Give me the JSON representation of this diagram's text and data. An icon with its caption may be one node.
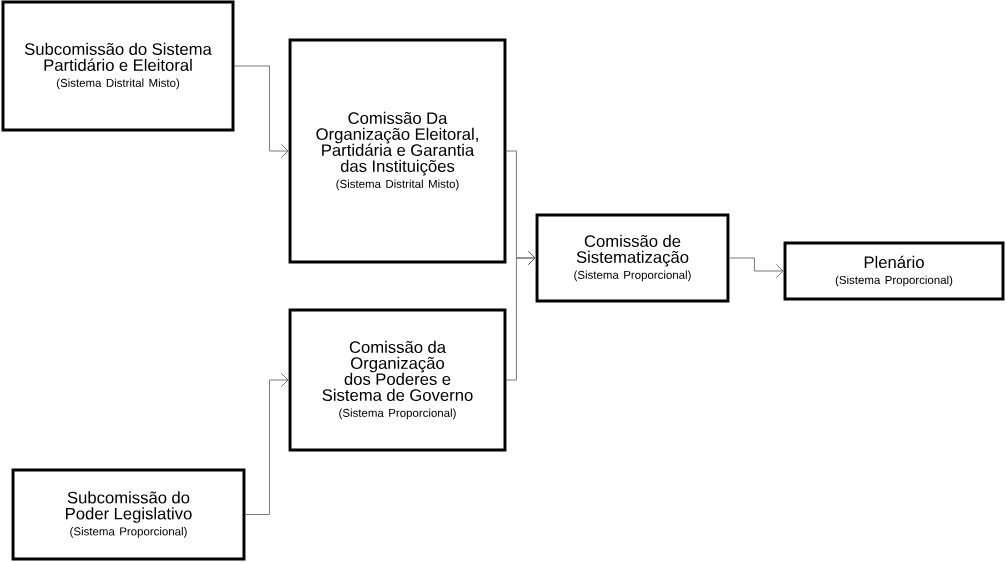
{
  "diagram": {
    "nodes": [
      {
        "text": [
          "Subcomissão do Sistema Partidário e Eleitoral",
          "(Sistema Distrital Misto)"
        ]
      },
      {
        "text": [
          "Comissão Da Organização Eleitoral, Partidária e Garantia das Instituições",
          "(Sistema Distrital Misto)"
        ]
      },
      {
        "text": [
          "Comissão de Sistematização",
          "(Sistema Proporcional)"
        ]
      },
      {
        "text": [
          "Plenário",
          "(Sistema Proporcional)"
        ]
      },
      {
        "text": [
          "Comissão da Organização dos Poderes e Sistema de Governo",
          "(Sistema Proporcional)"
        ]
      },
      {
        "text": [
          "Subcomissão do Poder Legislativo",
          "(Sistema Proporcional)"
        ]
      }
    ],
    "edges": [
      {
        "from": 0,
        "to": 1,
        "arrow": "to"
      },
      {
        "from": 1,
        "to": 2,
        "arrow": "to"
      },
      {
        "from": 4,
        "to": 2,
        "arrow": "to"
      },
      {
        "from": 2,
        "to": 3,
        "arrow": "to"
      },
      {
        "from": 5,
        "to": 4,
        "arrow": "to"
      }
    ]
  }
}
